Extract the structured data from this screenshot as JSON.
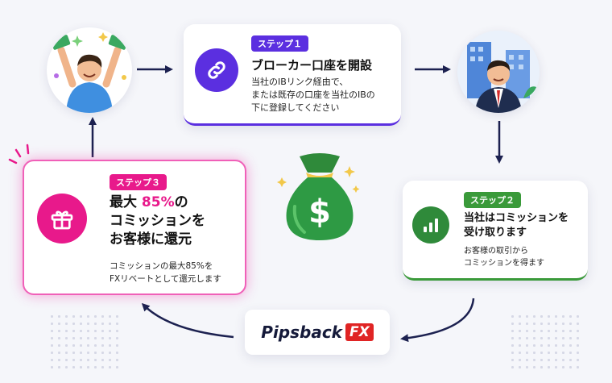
{
  "step1": {
    "badge": "ステップ１",
    "title": "ブローカー口座を開設",
    "desc_lines": [
      "当社のIBリンク経由で、",
      "または既存の口座を当社のIBの",
      "下に登録してください"
    ]
  },
  "step2": {
    "badge": "ステップ２",
    "title_lines": [
      "当社はコミッションを",
      "受け取ります"
    ],
    "desc_lines": [
      "お客様の取引から",
      "コミッションを得ます"
    ]
  },
  "step3": {
    "badge": "ステップ３",
    "title_line1_a": "最大 ",
    "title_line1_b": "85%",
    "title_line1_c": "の",
    "title_lines_rest": [
      "コミッションを",
      "お客様に還元"
    ],
    "desc_lines": [
      "コミッションの最大85%を",
      "FXリベートとして還元します"
    ]
  },
  "logo": {
    "text": "Pipsback",
    "badge": "FX"
  },
  "colors": {
    "step1": "#5b2fe0",
    "step2": "#3a9a3a",
    "step3": "#e8198b",
    "arrow": "#1c2150"
  },
  "icons": {
    "step1": "link-icon",
    "step2": "bar-chart-icon",
    "step3": "gift-icon",
    "center": "money-bag-icon"
  }
}
